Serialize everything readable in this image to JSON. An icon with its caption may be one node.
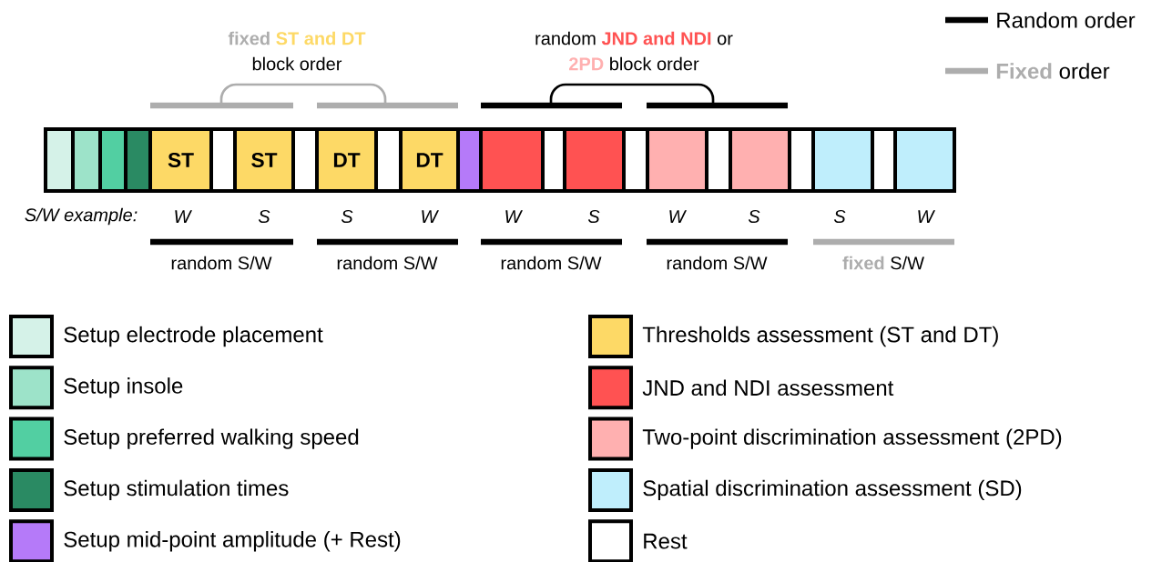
{
  "diagram": {
    "nodes": [
      {
        "text": [],
        "shape": "box"
      },
      {
        "text": [],
        "shape": "box"
      },
      {
        "text": [],
        "shape": "box"
      },
      {
        "text": [],
        "shape": "box"
      },
      {
        "text": [
          "ST"
        ]
      },
      {
        "text": [],
        "shape": "box"
      },
      {
        "text": [
          "ST"
        ]
      },
      {
        "text": [],
        "shape": "box"
      },
      {
        "text": [
          "DT"
        ]
      },
      {
        "text": [],
        "shape": "box"
      },
      {
        "text": [
          "DT"
        ]
      },
      {
        "text": [],
        "shape": "box"
      },
      {
        "text": [],
        "shape": "box"
      },
      {
        "text": [],
        "shape": "box"
      },
      {
        "text": [],
        "shape": "box"
      },
      {
        "text": [],
        "shape": "box"
      },
      {
        "text": [],
        "shape": "box"
      },
      {
        "text": [],
        "shape": "box"
      },
      {
        "text": [],
        "shape": "box"
      },
      {
        "text": [],
        "shape": "box"
      },
      {
        "text": [],
        "shape": "box"
      },
      {
        "text": [],
        "shape": "box"
      },
      {
        "text": [],
        "shape": "box"
      }
    ],
    "labels": [
      "fixed",
      "ST and DT",
      "block order",
      "random",
      "JND and NDI",
      "or",
      "2PD",
      "block order",
      "S/W example:",
      "W",
      "S",
      "S",
      "W",
      "W",
      "S",
      "W",
      "S",
      "S",
      "W",
      "random S/W",
      "random S/W",
      "random S/W",
      "random S/W",
      "**fixed** S/W"
    ],
    "legend": [
      {
        "text": "Random order"
      },
      {
        "text": "**Fixed** order"
      },
      {
        "text": "Setup electrode placement",
        "color": "#d5f2e8"
      },
      {
        "text": "Setup insole",
        "color": "#9de3c9"
      },
      {
        "text": "Setup preferred walking speed",
        "color": "#52cfa2"
      },
      {
        "text": "Setup stimulation times",
        "color": "#2a8a63"
      },
      {
        "text": "Setup mid-point amplitude (+ Rest)",
        "color": "#b57af9"
      },
      {
        "text": "Thresholds assessment (ST and DT)",
        "color": "#fdd966"
      },
      {
        "text": "JND and NDI assessment",
        "color": "#ff5252"
      },
      {
        "text": "Two-point discrimination assessment (2PD)",
        "color": "#ffb0b0"
      },
      {
        "text": "Spatial discrimination assessment (SD)",
        "color": "#bfeefc"
      },
      {
        "text": "Rest"
      }
    ]
  }
}
